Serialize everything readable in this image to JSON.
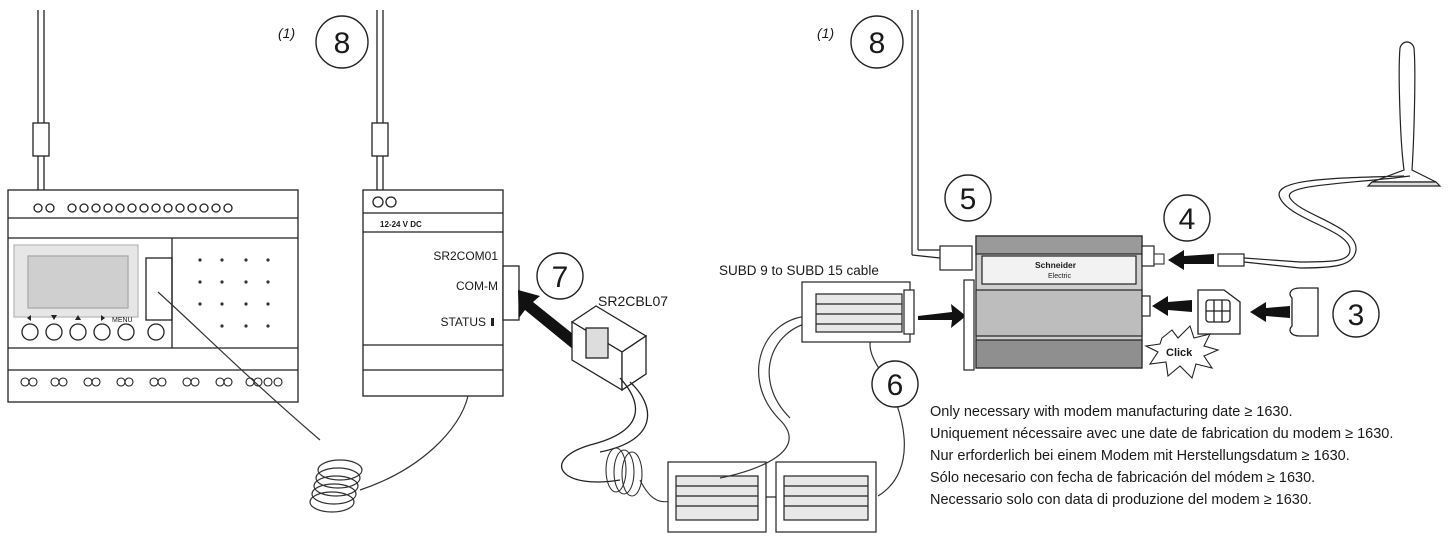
{
  "callouts": {
    "c8_left": "8",
    "c8_right": "8",
    "c8_left_note": "(1)",
    "c8_right_note": "(1)",
    "c7": "7",
    "c6": "6",
    "c5": "5",
    "c4": "4",
    "c3": "3"
  },
  "labels": {
    "voltage": "12-24 V DC",
    "module_name": "SR2COM01",
    "port": "COM-M",
    "status": "STATUS",
    "cable_name": "SR2CBL07",
    "subd_cable": "SUBD 9 to SUBD 15 cable",
    "menu": "MENU",
    "brand_line1": "Schneider",
    "brand_line2": "Electric",
    "click": "Click"
  },
  "notes": [
    "Only necessary with modem manufacturing date ≥ 1630.",
    "Uniquement nécessaire avec une date de fabrication du modem ≥ 1630.",
    "Nur erforderlich bei einem Modem mit Herstellungsdatum ≥ 1630.",
    "Sólo necesario con fecha de fabricación del módem ≥ 1630.",
    "Necessario solo con data di produzione del modem ≥ 1630."
  ]
}
